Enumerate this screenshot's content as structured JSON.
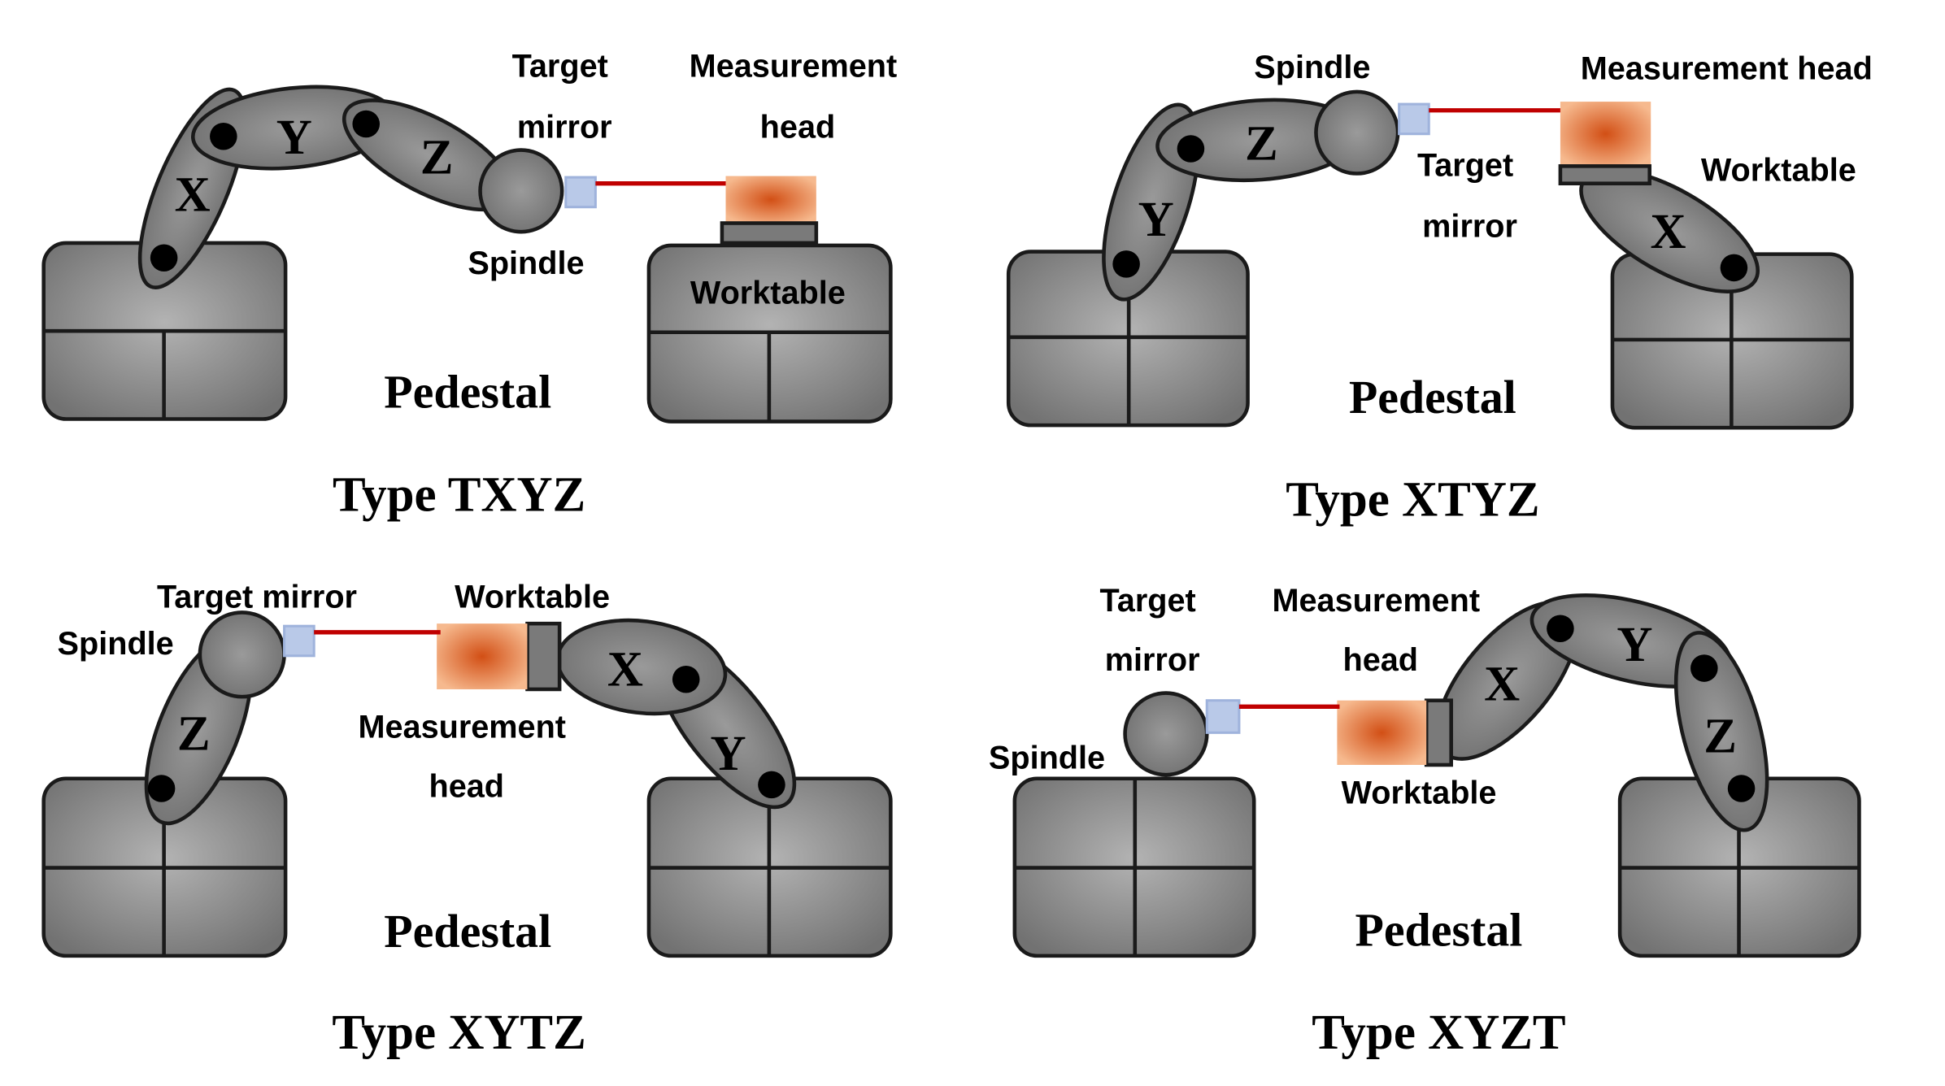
{
  "colors": {
    "body_gray": "#808080",
    "outline": "#1a1a1a",
    "beam": "#c00000",
    "mirror": "#b9c9e8",
    "head_center": "#d9531a",
    "head_edge": "#f4b183"
  },
  "panels": [
    {
      "type_label": "Type TXYZ",
      "pedestal_label": "Pedestal",
      "segments": [
        "X",
        "Y",
        "Z"
      ],
      "labels": {
        "target_mirror": [
          "Target",
          "mirror"
        ],
        "measurement_head": [
          "Measurement",
          "head"
        ],
        "spindle": [
          "Spindle"
        ],
        "worktable": [
          "Worktable"
        ]
      }
    },
    {
      "type_label": "Type XTYZ",
      "pedestal_label": "Pedestal",
      "segments": [
        "Y",
        "Z",
        "X"
      ],
      "labels": {
        "spindle": [
          "Spindle"
        ],
        "measurement_head": [
          "Measurement head"
        ],
        "target_mirror": [
          "Target",
          "mirror"
        ],
        "worktable": [
          "Worktable"
        ]
      }
    },
    {
      "type_label": "Type XYTZ",
      "pedestal_label": "Pedestal",
      "segments": [
        "Z",
        "X",
        "Y"
      ],
      "labels": {
        "target_mirror": [
          "Target mirror"
        ],
        "worktable": [
          "Worktable"
        ],
        "spindle": [
          "Spindle"
        ],
        "measurement_head": [
          "Measurement",
          "head"
        ]
      }
    },
    {
      "type_label": "Type XYZT",
      "pedestal_label": "Pedestal",
      "segments": [
        "X",
        "Y",
        "Z"
      ],
      "labels": {
        "target_mirror": [
          "Target",
          "mirror"
        ],
        "measurement_head": [
          "Measurement",
          "head"
        ],
        "spindle": [
          "Spindle"
        ],
        "worktable": [
          "Worktable"
        ]
      }
    }
  ]
}
